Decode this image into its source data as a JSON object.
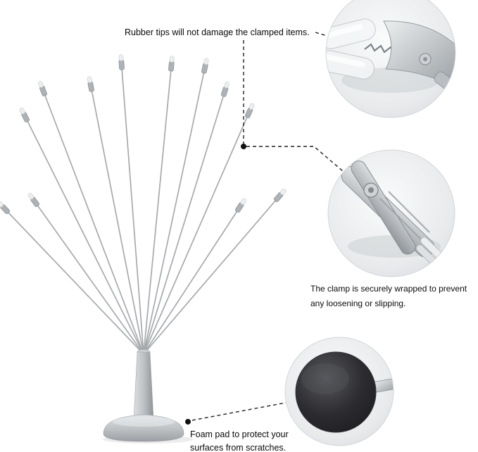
{
  "annotations": {
    "rubber_tips": {
      "text": "Rubber tips will not damage the clamped items."
    },
    "clamp": {
      "line1": "The clamp is securely wrapped to prevent",
      "line2": "any loosening or slipping."
    },
    "foam_pad": {
      "line1": "Foam pad to protect your",
      "line2": "surfaces from scratches."
    }
  },
  "colors": {
    "background": "#ffffff",
    "text": "#0a0a0a",
    "leader_line": "#222222",
    "metal_silver": "#b4b8bc",
    "foam_pad_black": "#222226"
  }
}
